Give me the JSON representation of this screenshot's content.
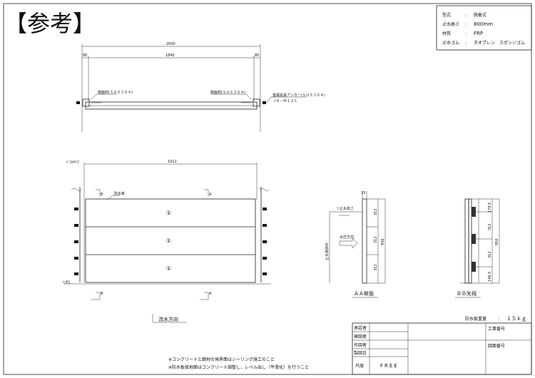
{
  "title": "【参考】",
  "spec": [
    {
      "label": "型式",
      "value": "脱着式"
    },
    {
      "label": "止水高さ",
      "value": "800mm"
    },
    {
      "label": "材質",
      "value": "FRP"
    },
    {
      "label": "止水ゴム",
      "value": "ネオプレン　スポンジゴム"
    }
  ],
  "spec_sep": ":",
  "plan": {
    "dim_total": "2000",
    "dim_left": "80",
    "dim_mid": "1840",
    "dim_right": "80",
    "label_left": "側面材(ＳＵＳ３０４)",
    "label_right": "側面材(ＳＵＳ３０４)",
    "anchor_label": "金属拡張アンカー(ＳＵＳ３０４)",
    "anchor_model": "ＪＡ－Ｍ１２Ｃ"
  },
  "elevation": {
    "top_ref": "ﾊﾟﾈﾙｻｲｽﾞ",
    "dim_width": "1912",
    "panel_label": "防水板",
    "section_b": "B",
    "section_a": "A",
    "panel_numbers": [
      "①",
      "①",
      "①"
    ],
    "fl_label": "▽FL",
    "flow_direction": "流水方向"
  },
  "section_aa": {
    "title": "ＡＡ断面",
    "water_level": "▽止水高さ",
    "pressure": "水圧方向",
    "height_label": "止水高800",
    "top_dim": "33",
    "dims": [
      "312",
      "312",
      "312"
    ],
    "total": "936"
  },
  "view_bb": {
    "title": "ＢＢ矢視",
    "dims": [
      "179.5",
      "312",
      "312",
      "146.5"
    ],
    "total": "950"
  },
  "weight": {
    "label": "防水板重量",
    "sep": ":",
    "value": "１５ｋｇ"
  },
  "notes": [
    "※コンクリートと鋼材の境界面はシーリング施工のこと",
    "※防水板接地面はコンクリート調整し、レベル出し（平滑化）を行うこと"
  ],
  "title_block": {
    "approved": "承認者",
    "checked": "検図者",
    "drawn": "作図者",
    "date": "製図日",
    "scale_label": "尺度",
    "scale_value": "FREE",
    "project_no": "工事番号",
    "drawing_no": "図面番号"
  }
}
